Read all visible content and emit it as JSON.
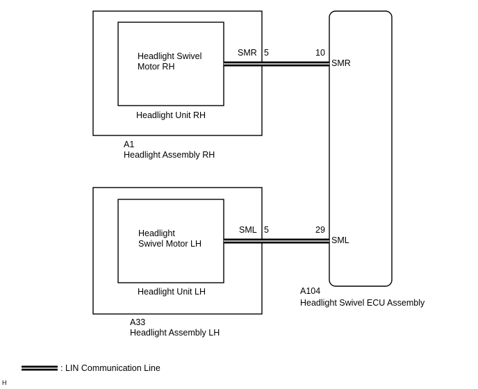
{
  "rh": {
    "motor_line1": "Headlight Swivel",
    "motor_line2": "Motor RH",
    "unit_label": "Headlight Unit RH",
    "code": "A1",
    "assembly_label": "Headlight Assembly RH",
    "terminal_signal": "SMR",
    "terminal_pin": "5"
  },
  "lh": {
    "motor_line1": "Headlight",
    "motor_line2": "Swivel Motor LH",
    "unit_label": "Headlight Unit LH",
    "code": "A33",
    "assembly_label": "Headlight Assembly LH",
    "terminal_signal": "SML",
    "terminal_pin": "5"
  },
  "ecu": {
    "code": "A104",
    "label": "Headlight Swivel ECU Assembly",
    "pin_rh": "10",
    "signal_rh": "SMR",
    "pin_lh": "29",
    "signal_lh": "SML"
  },
  "legend": {
    "label": ": LIN Communication Line"
  },
  "footer": {
    "mark": "H"
  }
}
